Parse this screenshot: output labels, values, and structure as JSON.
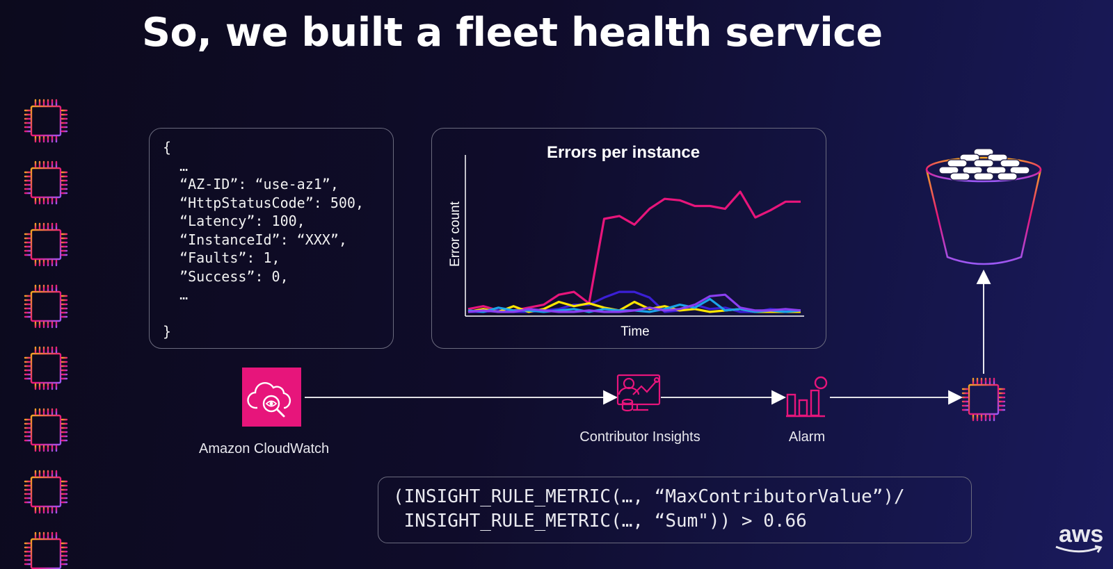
{
  "slide": {
    "title": "So, we built a fleet health service",
    "logo_text": "aws"
  },
  "code_panel": {
    "lines": [
      "{",
      "  …",
      "  “AZ-ID”: “use-az1”,",
      "  “HttpStatusCode”: 500,",
      "  “Latency”: 100,",
      "  “InstanceId”: “XXX”,",
      "  “Faults”: 1,",
      "  ”Success”: 0,",
      "  …",
      "",
      "}"
    ]
  },
  "chart_data": {
    "type": "line",
    "title": "Errors per instance",
    "xlabel": "Time",
    "ylabel": "Error count",
    "x": [
      1,
      2,
      3,
      4,
      5,
      6,
      7,
      8,
      9,
      10,
      11,
      12,
      13,
      14,
      15,
      16,
      17,
      18,
      19,
      20,
      21,
      22,
      23
    ],
    "ylim": [
      0,
      10
    ],
    "series": [
      {
        "color": "#e7157b",
        "values": [
          0.3,
          0.5,
          0.2,
          0.2,
          0.4,
          0.6,
          1.3,
          1.5,
          0.7,
          6.6,
          6.8,
          6.2,
          7.3,
          8.0,
          7.9,
          7.5,
          7.5,
          7.3,
          8.5,
          6.7,
          7.2,
          7.8,
          7.8
        ]
      },
      {
        "color": "#3b1fd6",
        "values": [
          0.1,
          0.1,
          0.2,
          0.1,
          0.1,
          0.2,
          0.3,
          0.6,
          0.6,
          1.1,
          1.5,
          1.5,
          1.1,
          0.1,
          0.2,
          0.6,
          0.3,
          0.4,
          0.1,
          0.1,
          0.3,
          0.2,
          0.2
        ]
      },
      {
        "color": "#ffe600",
        "values": [
          0.1,
          0.3,
          0.1,
          0.5,
          0.1,
          0.3,
          0.8,
          0.5,
          0.7,
          0.4,
          0.2,
          0.8,
          0.3,
          0.5,
          0.2,
          0.3,
          0.1,
          0.2,
          0.3,
          0.1,
          0.1,
          0.1,
          0.1
        ]
      },
      {
        "color": "#1aa3e8",
        "values": [
          0.2,
          0.1,
          0.4,
          0.2,
          0.2,
          0.1,
          0.2,
          0.3,
          0.1,
          0.3,
          0.2,
          0.2,
          0.1,
          0.3,
          0.6,
          0.4,
          1.0,
          0.2,
          0.3,
          0.1,
          0.2,
          0.1,
          0.2
        ]
      },
      {
        "color": "#8a3ff0",
        "values": [
          0.1,
          0.2,
          0.1,
          0.1,
          0.3,
          0.2,
          0.1,
          0.1,
          0.2,
          0.1,
          0.1,
          0.2,
          0.4,
          0.2,
          0.3,
          0.6,
          1.2,
          1.3,
          0.4,
          0.2,
          0.2,
          0.3,
          0.2
        ]
      }
    ]
  },
  "flow": {
    "cloudwatch_label": "Amazon CloudWatch",
    "insights_label": "Contributor Insights",
    "alarm_label": "Alarm",
    "icons": [
      "cpu-chip-icon",
      "cloudwatch-icon",
      "contributor-insights-icon",
      "alarm-icon",
      "s3-bucket-icon"
    ]
  },
  "formula": {
    "line1": "(INSIGHT_RULE_METRIC(…, “MaxContributorValue”)/",
    "line2": " INSIGHT_RULE_METRIC(…, “Sum\")) > 0.66"
  },
  "colors": {
    "accent_pink": "#e7157b",
    "chip_gradient": [
      "#f5a623",
      "#e7157b",
      "#9b59f6"
    ]
  }
}
